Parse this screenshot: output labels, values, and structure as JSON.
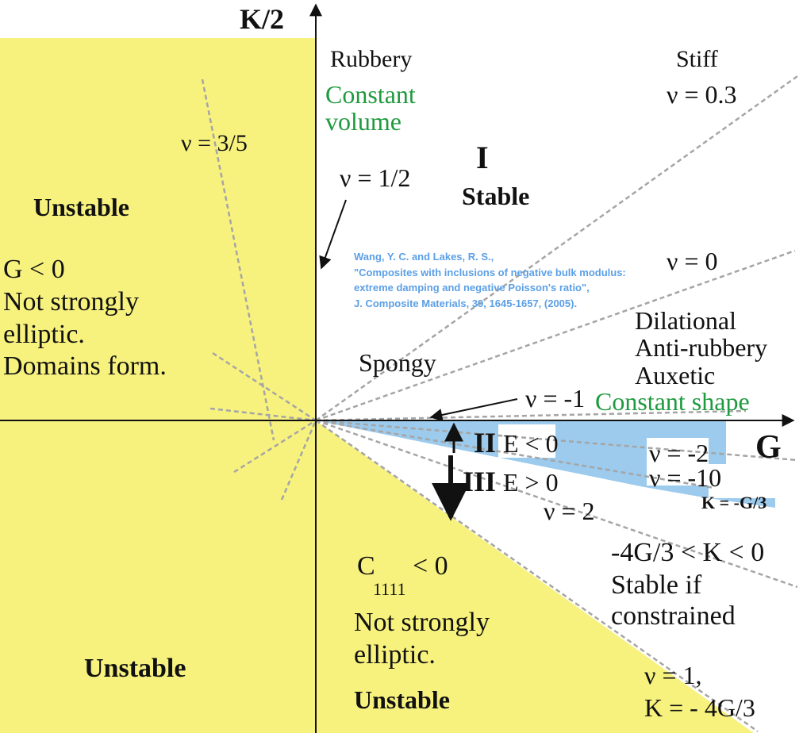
{
  "axes": {
    "vertical_label": "K/2",
    "horizontal_label": "G"
  },
  "regions": {
    "region_i": {
      "roman": "I",
      "stability": "Stable"
    },
    "region_ii": {
      "roman": "II",
      "condition": "E < 0"
    },
    "region_iii": {
      "roman": "III",
      "condition": "E > 0"
    },
    "left_unstable": {
      "title": "Unstable",
      "condition": "G <  0",
      "desc_line1": "Not strongly",
      "desc_line2": "elliptic.",
      "desc_line3": "Domains form."
    },
    "bottom_left_unstable": {
      "title": "Unstable"
    },
    "c1111_region": {
      "c_letter": "C",
      "c_subscript": "1111",
      "c_rel": "< 0",
      "desc_line1": "Not strongly",
      "desc_line2": "elliptic.",
      "title": "Unstable"
    },
    "constrained_region": {
      "line1": "-4G/3 < K < 0",
      "line2": "Stable if",
      "line3": "constrained"
    }
  },
  "materials": {
    "rubbery": "Rubbery",
    "constant_volume_line1": "Constant",
    "constant_volume_line2": "volume",
    "stiff": "Stiff",
    "spongy": "Spongy",
    "dilational": "Dilational",
    "anti_rubbery": "Anti-rubbery",
    "auxetic": "Auxetic",
    "constant_shape": "Constant shape"
  },
  "poisson_labels": {
    "nu_3_5": "ν = 3/5",
    "nu_1_2": "ν = 1/2",
    "nu_0_3": "ν =  0.3",
    "nu_0": "ν = 0",
    "nu_m1": "ν = -1",
    "nu_m2": "ν = -2",
    "nu_m10": "ν = -10",
    "nu_2": "ν = 2",
    "nu_1_line1": "ν = 1,",
    "nu_1_line2": "K = - 4G/3",
    "k_minus_g3": "K = -G/3"
  },
  "citation": {
    "line1": "Wang, Y. C. and Lakes, R. S.,",
    "line2": "\"Composites with inclusions of negative bulk modulus:",
    "line3": "extreme damping and negative Poisson's ratio\",",
    "line4": "J. Composite Materials, 39, 1645-1657, (2005)."
  },
  "colors": {
    "unstable_fill": "#f7f27e",
    "negative_e_fill": "#9ccbee",
    "green_text": "#1f9a3e",
    "citation_text": "#5b9fe6",
    "guide_line": "#a5a5a5"
  }
}
